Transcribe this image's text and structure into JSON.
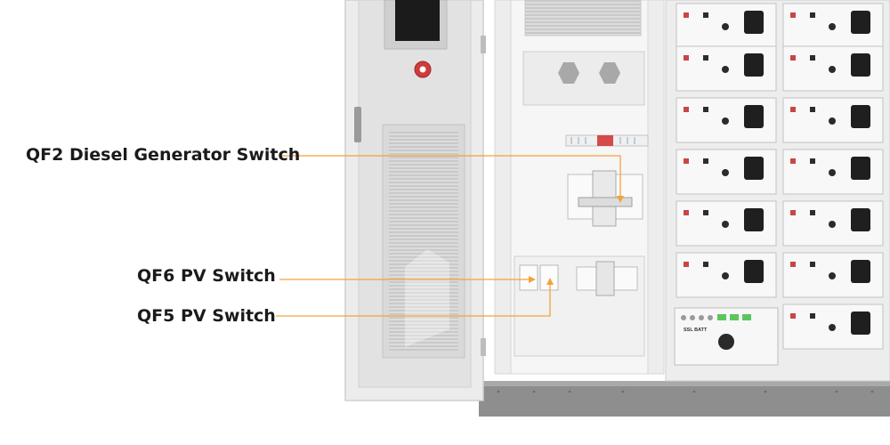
{
  "callouts": {
    "qf2": "QF2 Diesel Generator Switch",
    "qf6": "QF6 PV Switch",
    "qf5": "QF5 PV Switch"
  },
  "brand": {
    "logo_text": "SSL BATT"
  },
  "colors": {
    "leader_line": "#f3a23a",
    "cabinet_body": "#f2f2f2",
    "cabinet_edge": "#d2d2d2",
    "base_plinth": "#8c8c8c",
    "accent_red": "#d13b3b",
    "indicator_green": "#5cc65c",
    "screen_black": "#1b1b1b"
  }
}
